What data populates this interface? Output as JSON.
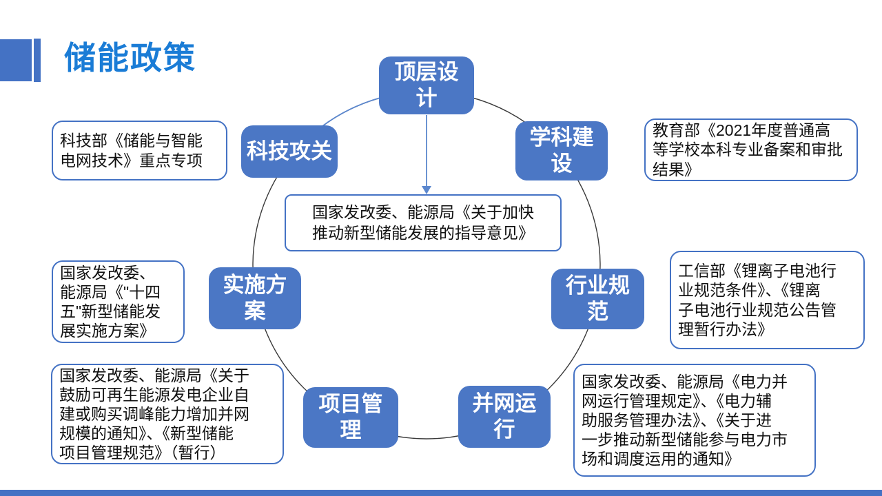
{
  "slide": {
    "title": "储能政策",
    "colors": {
      "title_blue": "#1a7cd6",
      "node_blue": "#4b77c5",
      "outline_blue": "#4472c4",
      "connector_black": "#3a3a3a",
      "connector_blue": "#5b87ce",
      "footer_blue": "#4472c4"
    }
  },
  "diagram": {
    "center_box": {
      "text": "国家发改委、能源局《关于加快\n推动新型储能发展的指导意见》"
    },
    "nodes": [
      {
        "id": "top-level-design",
        "label": "顶层设\n计"
      },
      {
        "id": "tech-research",
        "label": "科技攻关"
      },
      {
        "id": "discipline-construction",
        "label": "学科建\n设"
      },
      {
        "id": "implementation-plan",
        "label": "实施方\n案"
      },
      {
        "id": "industry-standards",
        "label": "行业规\n范"
      },
      {
        "id": "project-management",
        "label": "项目管\n理"
      },
      {
        "id": "grid-operation",
        "label": "并网运\n行"
      }
    ],
    "callouts": [
      {
        "id": "tech",
        "text": "科技部《储能与智能\n电网技术》重点专项"
      },
      {
        "id": "education",
        "text": "教育部《2021年度普通高\n等学校本科专业备案和审批\n结果》"
      },
      {
        "id": "implementation",
        "text": "国家发改委、\n能源局《\"十四\n五\"新型储能发\n展实施方案》"
      },
      {
        "id": "industry",
        "text": "工信部《锂离子电池行\n业规范条件》、《锂离\n子电池行业规范公告管\n理暂行办法》"
      },
      {
        "id": "project",
        "text": "国家发改委、能源局《关于\n鼓励可再生能源发电企业自\n建或购买调峰能力增加并网\n规模的通知》、《新型储能\n项目管理规范》（暂行）"
      },
      {
        "id": "grid",
        "text": "国家发改委、能源局《电力并\n网运行管理规定》、《电力辅\n助服务管理办法》、《关于进\n一步推动新型储能参与电力市\n场和调度运用的通知》"
      }
    ]
  }
}
